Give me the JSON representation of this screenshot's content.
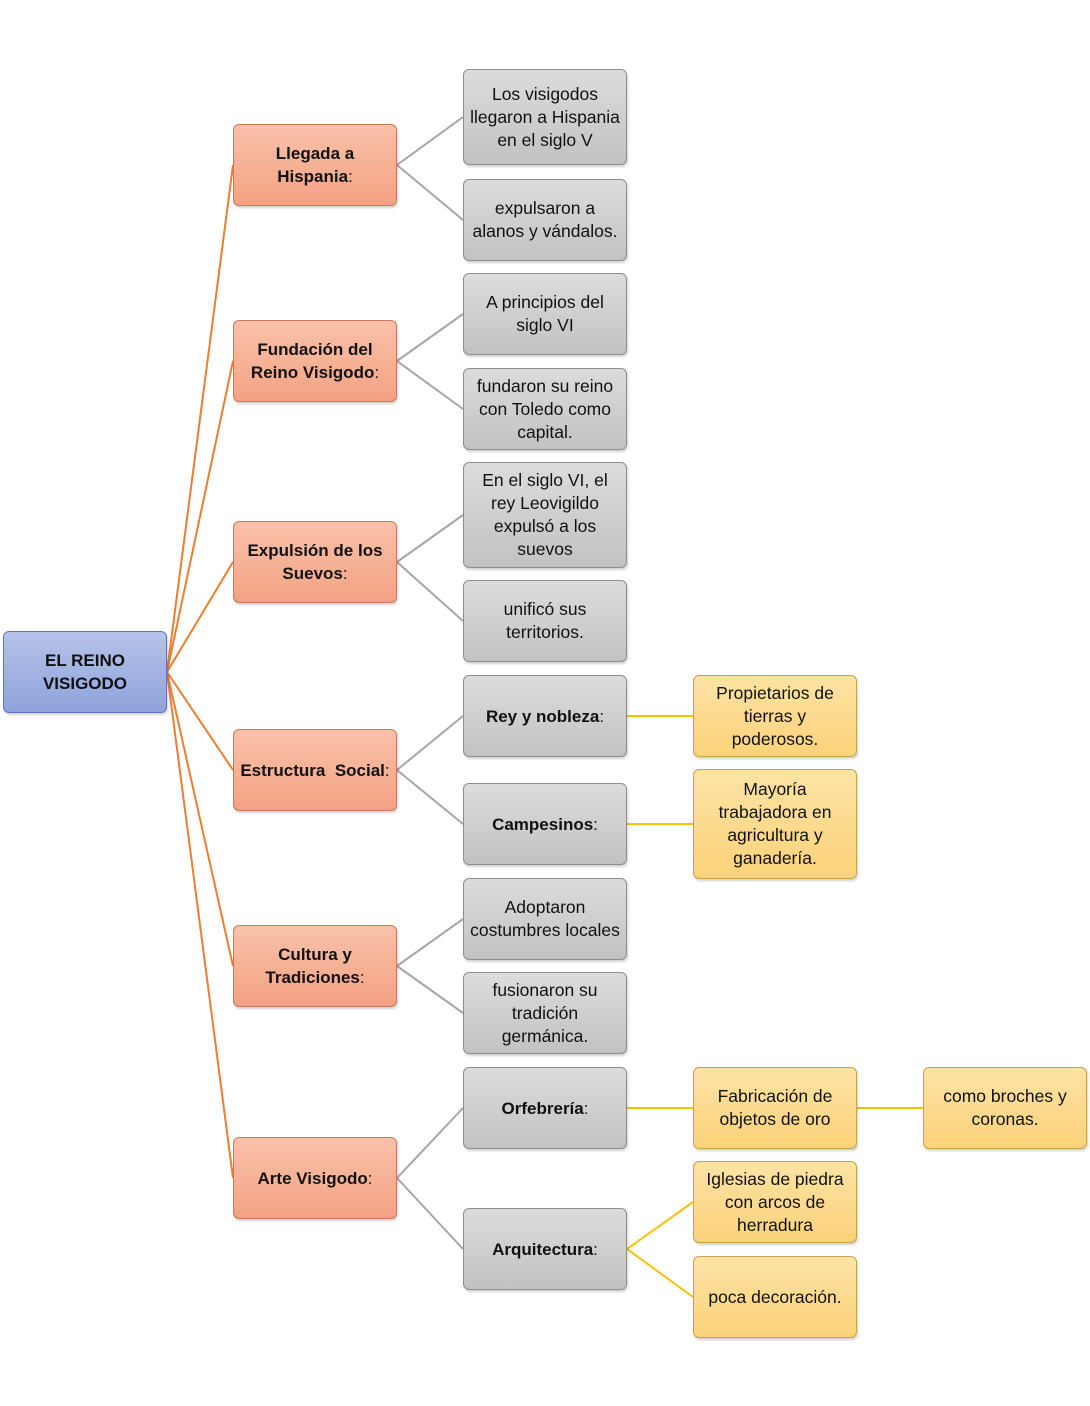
{
  "root": {
    "label": "EL REINO VISIGODO"
  },
  "topics": [
    {
      "id": "t1",
      "bold": "Llegada a Hispania",
      "suffix": ":"
    },
    {
      "id": "t2",
      "bold": "Fundación del Reino Visigodo",
      "suffix": ":"
    },
    {
      "id": "t3",
      "bold": "Expulsión de los Suevos",
      "suffix": ":"
    },
    {
      "id": "t4",
      "bold": "Estructura  Social",
      "suffix": ":"
    },
    {
      "id": "t5",
      "bold": "Cultura y Tradiciones",
      "suffix": ":"
    },
    {
      "id": "t6",
      "bold": "Arte Visigodo",
      "suffix": ":"
    }
  ],
  "details": [
    {
      "id": "d1",
      "text": "Los visigodos llegaron a Hispania en el siglo V"
    },
    {
      "id": "d2",
      "text": "expulsaron a alanos y vándalos."
    },
    {
      "id": "d3",
      "text": "A principios del siglo VI"
    },
    {
      "id": "d4",
      "text": "fundaron su reino con Toledo como capital."
    },
    {
      "id": "d5",
      "text": "En el siglo VI, el rey Leovigildo expulsó a los suevos"
    },
    {
      "id": "d6",
      "text": "unificó sus territorios."
    },
    {
      "id": "d7",
      "text": "Adoptaron costumbres locales"
    },
    {
      "id": "d8",
      "text": "fusionaron su tradición germánica."
    }
  ],
  "subtopics": [
    {
      "id": "s1",
      "bold": "Rey y nobleza",
      "suffix": ":"
    },
    {
      "id": "s2",
      "bold": "Campesinos",
      "suffix": ":"
    },
    {
      "id": "s3",
      "bold": "Orfebrería",
      "suffix": ":"
    },
    {
      "id": "s4",
      "bold": "Arquitectura",
      "suffix": ":"
    }
  ],
  "leaves": [
    {
      "id": "l1",
      "text": "Propietarios de tierras y poderosos."
    },
    {
      "id": "l2",
      "text": "Mayoría trabajadora en agricultura y ganadería."
    },
    {
      "id": "l3",
      "text": "Fabricación de objetos de oro"
    },
    {
      "id": "l4",
      "text": "como broches y coronas."
    },
    {
      "id": "l5",
      "text": "Iglesias de piedra con arcos de herradura"
    },
    {
      "id": "l6",
      "text": "poca decoración."
    }
  ],
  "colors": {
    "root_fill": "#9fb1e0",
    "topic_fill": "#f6b094",
    "detail_fill": "#cccccc",
    "leaf_fill": "#fcd989",
    "root_edge": "#ed7d31",
    "topic_edge": "#a6a6a6",
    "leaf_edge": "#ffc000"
  }
}
